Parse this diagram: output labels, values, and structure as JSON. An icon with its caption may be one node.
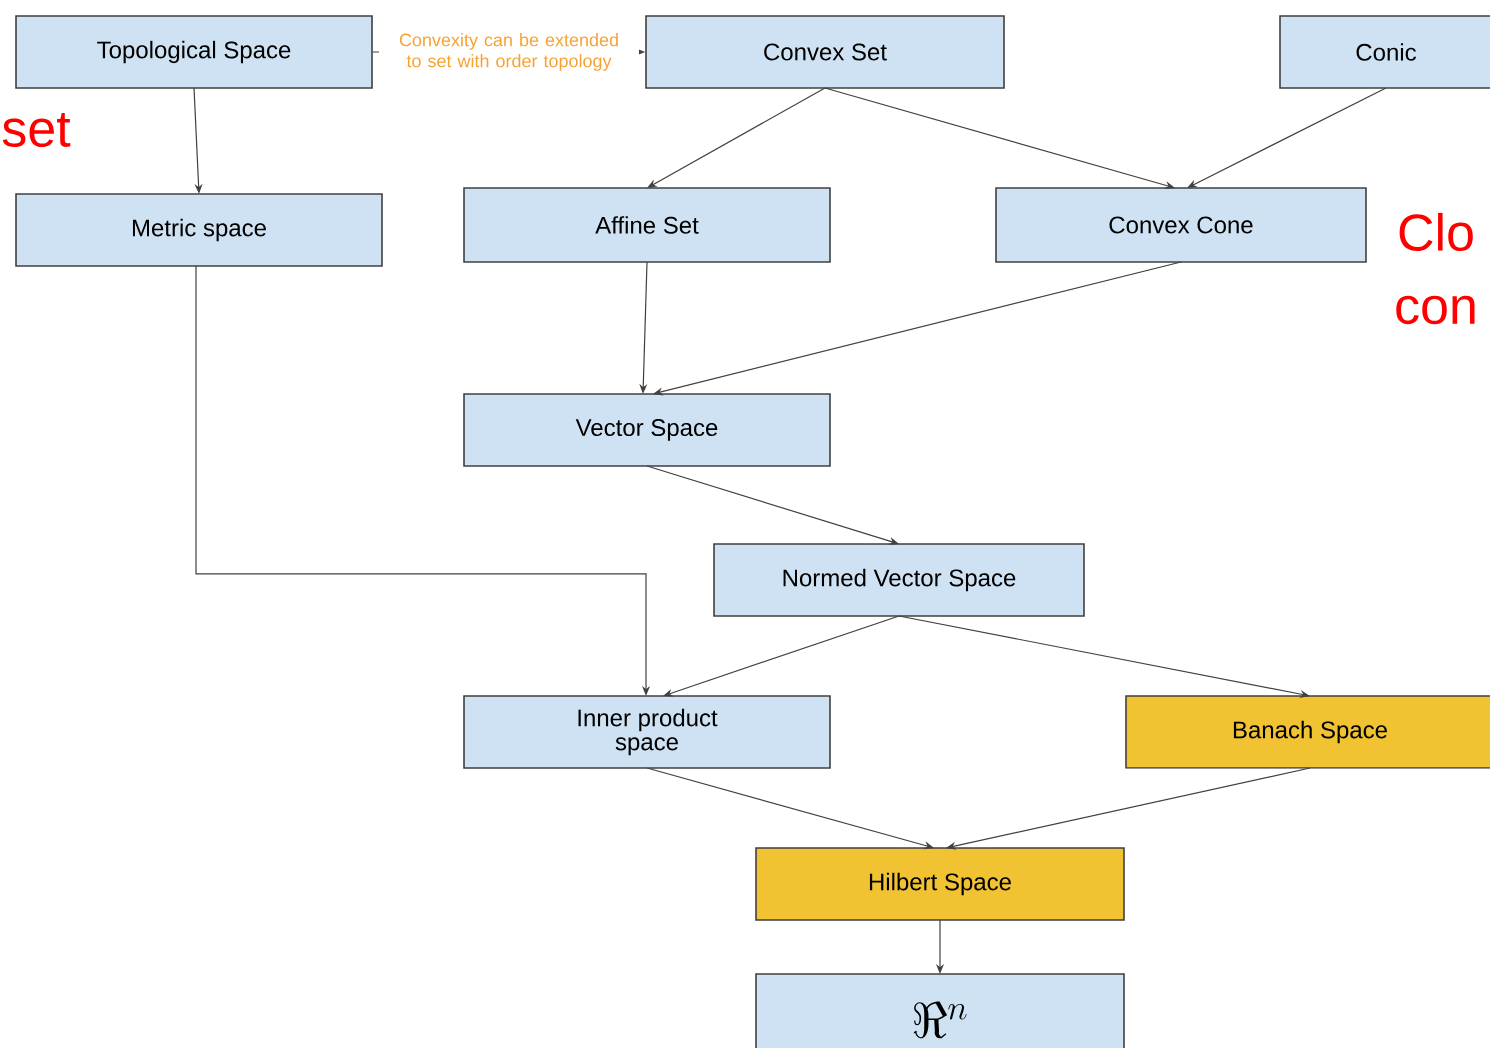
{
  "diagram": {
    "nodes": [
      {
        "text": [
          "Topological Space"
        ]
      },
      {
        "text": [
          "Convex Set"
        ]
      },
      {
        "text": [
          "Conic"
        ]
      },
      {
        "text": [
          "Metric space"
        ]
      },
      {
        "text": [
          "Affine Set"
        ]
      },
      {
        "text": [
          "Convex Cone"
        ]
      },
      {
        "text": [
          "Vector Space"
        ]
      },
      {
        "text": [
          "Normed Vector Space"
        ]
      },
      {
        "text": [
          "Inner product space"
        ]
      },
      {
        "text": [
          "Banach Space"
        ]
      },
      {
        "text": [
          "Hilbert Space"
        ]
      },
      {
        "text": [
          "\\Re^{n}"
        ]
      }
    ],
    "edges": [
      {
        "from": 0,
        "to": 1,
        "arrow": "to",
        "label": "Convexity can be extended to set with order topology"
      },
      {
        "from": 0,
        "to": 3,
        "arrow": "to"
      },
      {
        "from": 1,
        "to": 4,
        "arrow": "to"
      },
      {
        "from": 1,
        "to": 5,
        "arrow": "to"
      },
      {
        "from": 2,
        "to": 5,
        "arrow": "to"
      },
      {
        "from": 4,
        "to": 6,
        "arrow": "to"
      },
      {
        "from": 5,
        "to": 6,
        "arrow": "to"
      },
      {
        "from": 6,
        "to": 7,
        "arrow": "to"
      },
      {
        "from": 3,
        "to": 8,
        "arrow": "to"
      },
      {
        "from": 7,
        "to": 8,
        "arrow": "to"
      },
      {
        "from": 7,
        "to": 9,
        "arrow": "to"
      },
      {
        "from": 8,
        "to": 10,
        "arrow": "to"
      },
      {
        "from": 9,
        "to": 10,
        "arrow": "to"
      },
      {
        "from": 10,
        "to": 11,
        "arrow": "to"
      }
    ],
    "labels": [
      "set",
      "Clo",
      "con"
    ]
  }
}
